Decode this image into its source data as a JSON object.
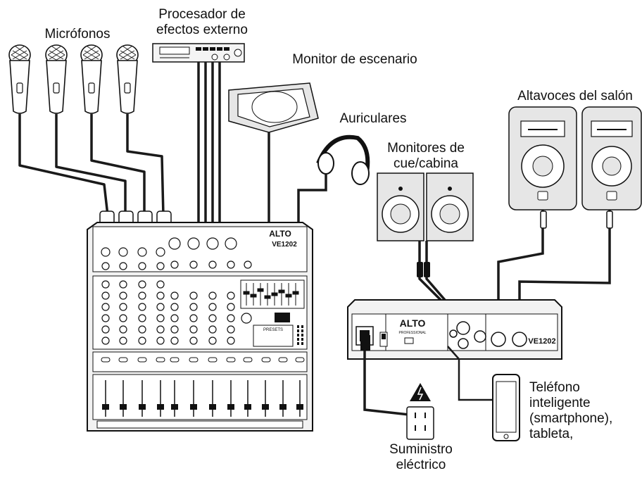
{
  "labels": {
    "microphones": "Micrófonos",
    "effects_line1": "Procesador de",
    "effects_line2": "efectos externo",
    "stage_monitor": "Monitor de escenario",
    "headphones": "Auriculares",
    "cue_line1": "Monitores de",
    "cue_line2": "cue/cabina",
    "house_speakers": "Altavoces del salón",
    "phone_line1": "Teléfono",
    "phone_line2": "inteligente",
    "phone_line3": "(smartphone),",
    "phone_line4": "tableta,",
    "power_line1": "Suministro",
    "power_line2": "eléctrico"
  },
  "mixer": {
    "brand": "ALTO",
    "model": "VE1202",
    "presets_label": "PRESETS"
  },
  "rear_panel": {
    "brand": "ALTO",
    "subbrand": "PROFESSIONAL",
    "model": "VE1202"
  },
  "colors": {
    "line": "#111111",
    "cable": "#1a1a1a",
    "panel_fill": "#f2f2f2",
    "speaker_fill": "#e6e6e6"
  }
}
